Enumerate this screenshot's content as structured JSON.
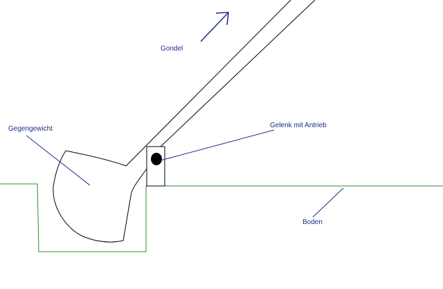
{
  "labels": {
    "gondel": "Gondel",
    "gegengewicht": "Gegengewicht",
    "gelenk": "Gelenk mit Antrieb",
    "boden": "Boden"
  },
  "colors": {
    "text": "#1a2a8c",
    "outline": "#000000",
    "ground": "#2e8b2e",
    "leader": "#1a2a8c",
    "joint": "#000000"
  }
}
